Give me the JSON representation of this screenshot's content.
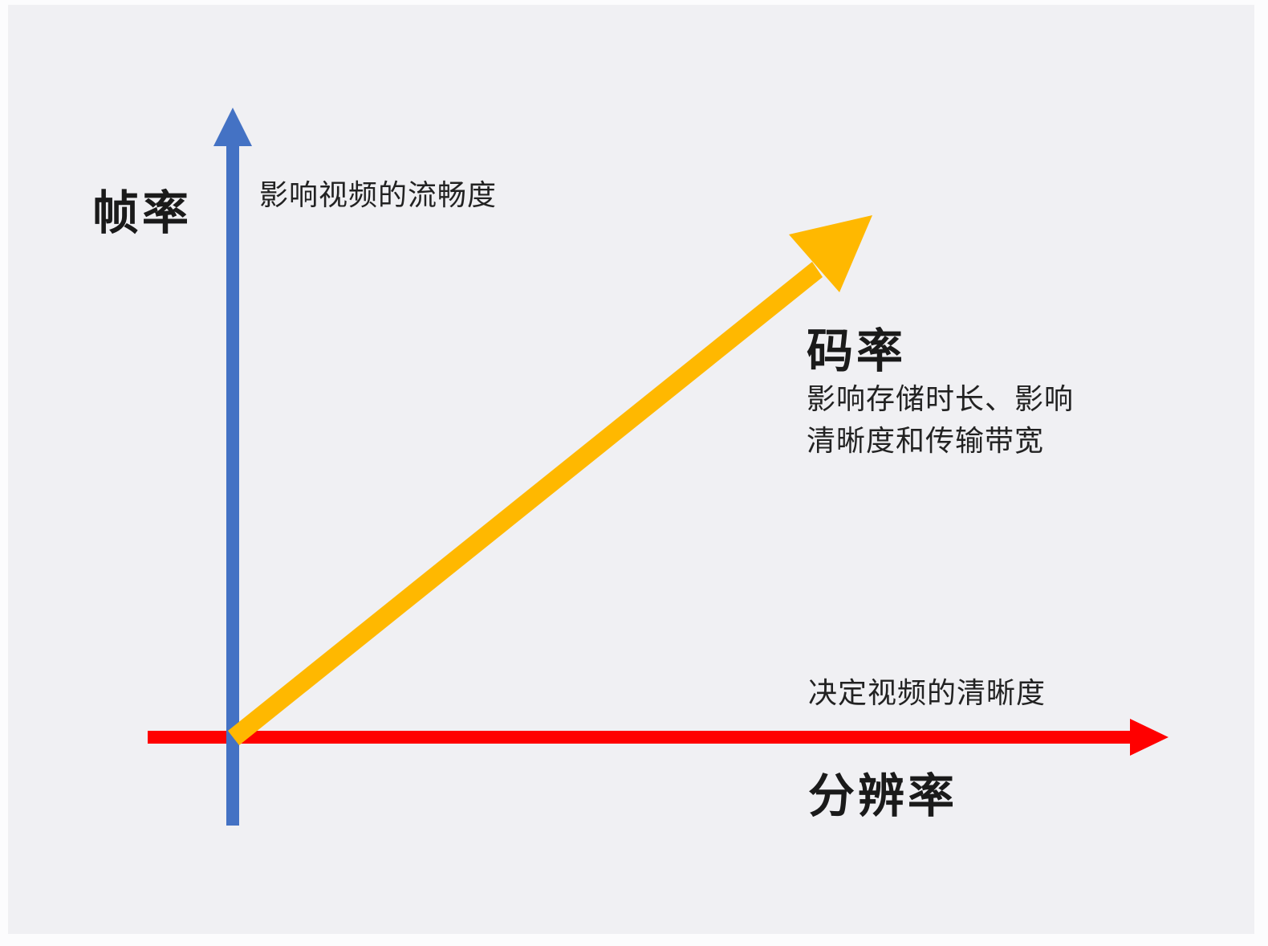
{
  "diagram": {
    "type": "concept-axes",
    "colors": {
      "background": "#f0f0f3",
      "y_axis": "#4472c4",
      "x_axis": "#ff0000",
      "diagonal": "#ffb800",
      "text": "#1a1a1a"
    },
    "y_axis": {
      "title": "帧率",
      "description": "影响视频的流畅度"
    },
    "x_axis": {
      "title": "分辨率",
      "description": "决定视频的清晰度"
    },
    "diagonal": {
      "title": "码率",
      "description_line1": "影响存储时长、影响",
      "description_line2": "清晰度和传输带宽"
    }
  }
}
